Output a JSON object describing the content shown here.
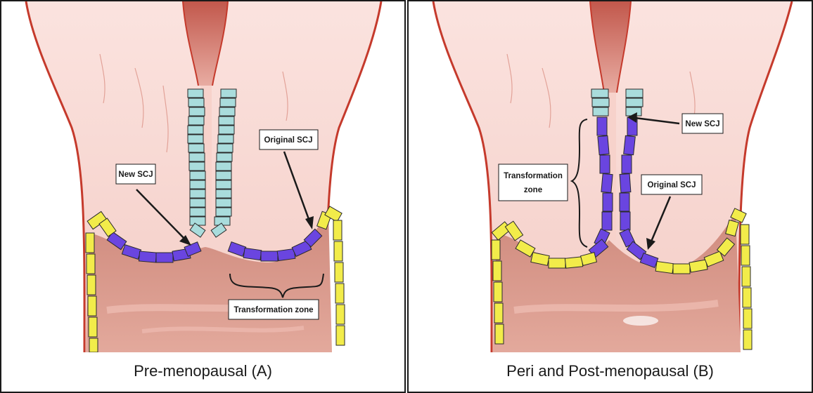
{
  "panels": [
    {
      "caption": "Pre-menopausal (A)",
      "labels": {
        "new_scj": "New SCJ",
        "original_scj": "Original SCJ",
        "transformation_zone": "Transformation zone"
      }
    },
    {
      "caption": "Peri and Post-menopausal (B)",
      "labels": {
        "new_scj": "New SCJ",
        "original_scj": "Original SCJ",
        "transformation_zone_line1": "Transformation",
        "transformation_zone_line2": "zone"
      }
    }
  ],
  "colors": {
    "tissue": "#f4c9c2",
    "stroma": "#c9786a",
    "outline": "#c53a2c",
    "columnar": "#a9dcdc",
    "metaplastic": "#6a45e0",
    "squamous": "#f2ec4a"
  }
}
